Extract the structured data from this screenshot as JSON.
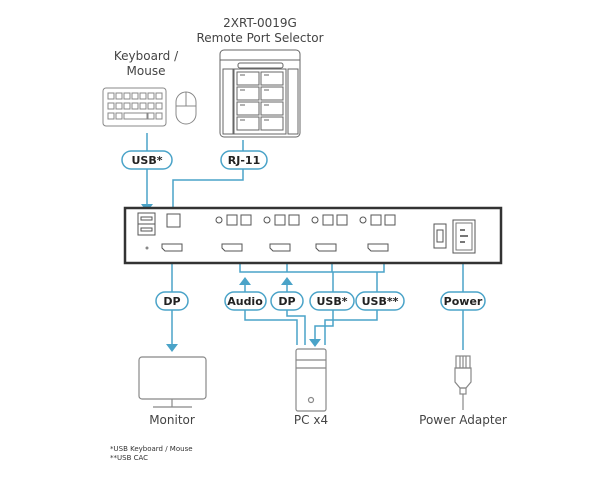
{
  "device": {
    "remote_selector_model": "2XRT-0019G",
    "remote_selector_name": "Remote Port Selector"
  },
  "peripherals": {
    "keyboard_mouse": [
      "Keyboard /",
      "Mouse"
    ],
    "monitor": "Monitor",
    "pc": "PC x4",
    "power_adapter": "Power Adapter"
  },
  "cables": {
    "usb_kbm": "USB*",
    "rj11": "RJ-11",
    "dp_out": "DP",
    "audio": "Audio",
    "dp_in": "DP",
    "usb_in": "USB*",
    "usb_cac": "USB**",
    "power": "Power"
  },
  "colors": {
    "line": "#4aa3c8",
    "outline": "#888888",
    "device_border": "#333333"
  },
  "footnotes": [
    "*USB Keyboard / Mouse",
    "**USB CAC"
  ]
}
